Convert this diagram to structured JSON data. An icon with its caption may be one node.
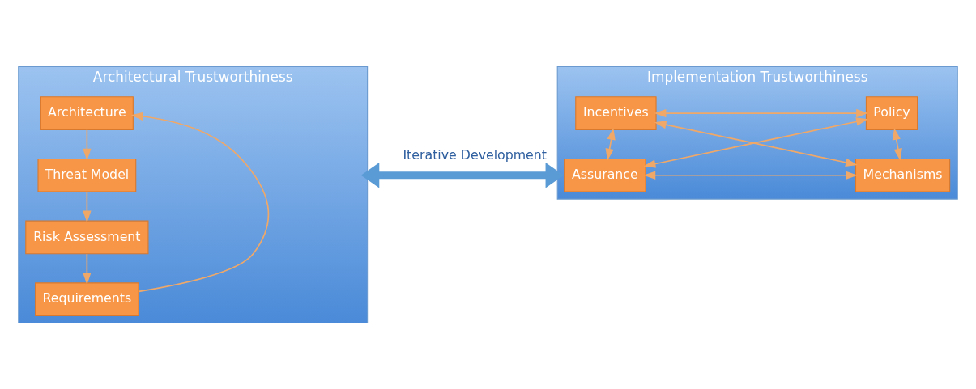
{
  "diagram": {
    "nodes": [
      {
        "text": [
          "Architectural Trustworthiness"
        ]
      },
      {
        "text": [
          "Architecture"
        ],
        "in": 0
      },
      {
        "text": [
          "Threat Model"
        ],
        "in": 0
      },
      {
        "text": [
          "Risk Assessment"
        ],
        "in": 0
      },
      {
        "text": [
          "Requirements"
        ],
        "in": 0
      },
      {
        "text": [
          "Implementation Trustworthiness"
        ]
      },
      {
        "text": [
          "Incentives"
        ],
        "in": 5
      },
      {
        "text": [
          "Policy"
        ],
        "in": 5
      },
      {
        "text": [
          "Assurance"
        ],
        "in": 5
      },
      {
        "text": [
          "Mechanisms"
        ],
        "in": 5
      }
    ],
    "edges": [
      {
        "from": 1,
        "to": 2,
        "arrow": "to"
      },
      {
        "from": 2,
        "to": 3,
        "arrow": "to"
      },
      {
        "from": 3,
        "to": 4,
        "arrow": "to"
      },
      {
        "from": 4,
        "to": 1,
        "arrow": "to"
      },
      {
        "from": 0,
        "to": 5,
        "arrow": "both",
        "label": "Iterative Development",
        "style": "thick",
        "color": "#5b9bd5"
      },
      {
        "from": 6,
        "to": 7,
        "arrow": "both"
      },
      {
        "from": 6,
        "to": 8,
        "arrow": "both"
      },
      {
        "from": 6,
        "to": 9,
        "arrow": "both"
      },
      {
        "from": 7,
        "to": 8,
        "arrow": "both"
      },
      {
        "from": 7,
        "to": 9,
        "arrow": "both"
      },
      {
        "from": 8,
        "to": 9,
        "arrow": "both"
      }
    ]
  }
}
